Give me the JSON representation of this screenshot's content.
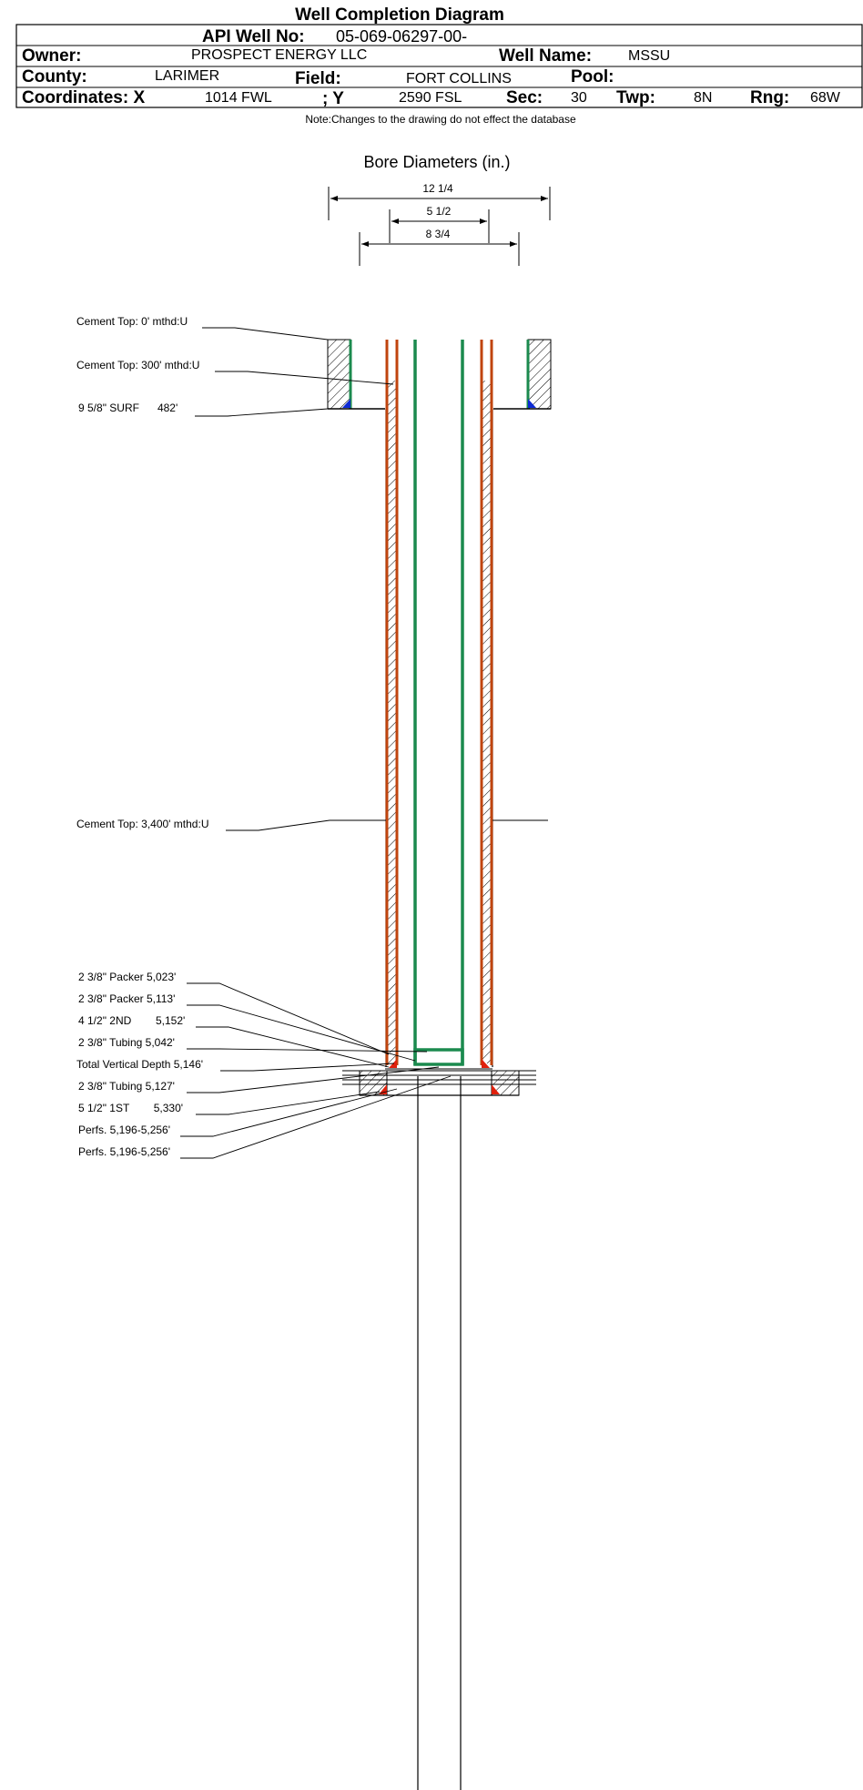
{
  "header": {
    "title": "Well Completion Diagram",
    "api_label": "API Well No:",
    "api_value": "05-069-06297-00-",
    "owner_label": "Owner:",
    "owner_value": "PROSPECT ENERGY LLC",
    "well_name_label": "Well Name:",
    "well_name_value": "MSSU",
    "county_label": "County:",
    "county_value": "LARIMER",
    "field_label": "Field:",
    "field_value": "FORT COLLINS",
    "pool_label": "Pool:",
    "pool_value": "",
    "coords_x_label": "Coordinates: X",
    "coords_x_value": "1014 FWL",
    "coords_y_label": "; Y",
    "coords_y_value": "2590 FSL",
    "sec_label": "Sec:",
    "sec_value": "30",
    "twp_label": "Twp:",
    "twp_value": "8N",
    "rng_label": "Rng:",
    "rng_value": "68W",
    "note": "Note:Changes to the drawing do not effect the database"
  },
  "bore": {
    "title": "Bore Diameters (in.)",
    "dims": [
      "12 1/4",
      "5 1/2",
      "8 3/4"
    ]
  },
  "labels": {
    "cement_top_0": "Cement Top: 0' mthd:U",
    "cement_top_300": "Cement Top: 300' mthd:U",
    "surf_casing": "9 5/8\" SURF      482'",
    "cement_top_3400": "Cement Top: 3,400' mthd:U",
    "packer_5023": "2 3/8\" Packer 5,023'",
    "packer_5113": "2 3/8\" Packer 5,113'",
    "casing_2nd": "4 1/2\" 2ND        5,152'",
    "tubing_5042": "2 3/8\" Tubing 5,042'",
    "tvd": "Total Vertical Depth 5,146'",
    "tubing_5127": "2 3/8\" Tubing 5,127'",
    "casing_1st": "5 1/2\" 1ST        5,330'",
    "perfs_1": "Perfs. 5,196-5,256'",
    "perfs_2": "Perfs. 5,196-5,256'"
  },
  "colors": {
    "casing": "#c0440e",
    "tubing": "#1b8a4e",
    "shoe": "#e0200c",
    "cement_shoe": "#0e2bd4",
    "line": "#000000"
  }
}
